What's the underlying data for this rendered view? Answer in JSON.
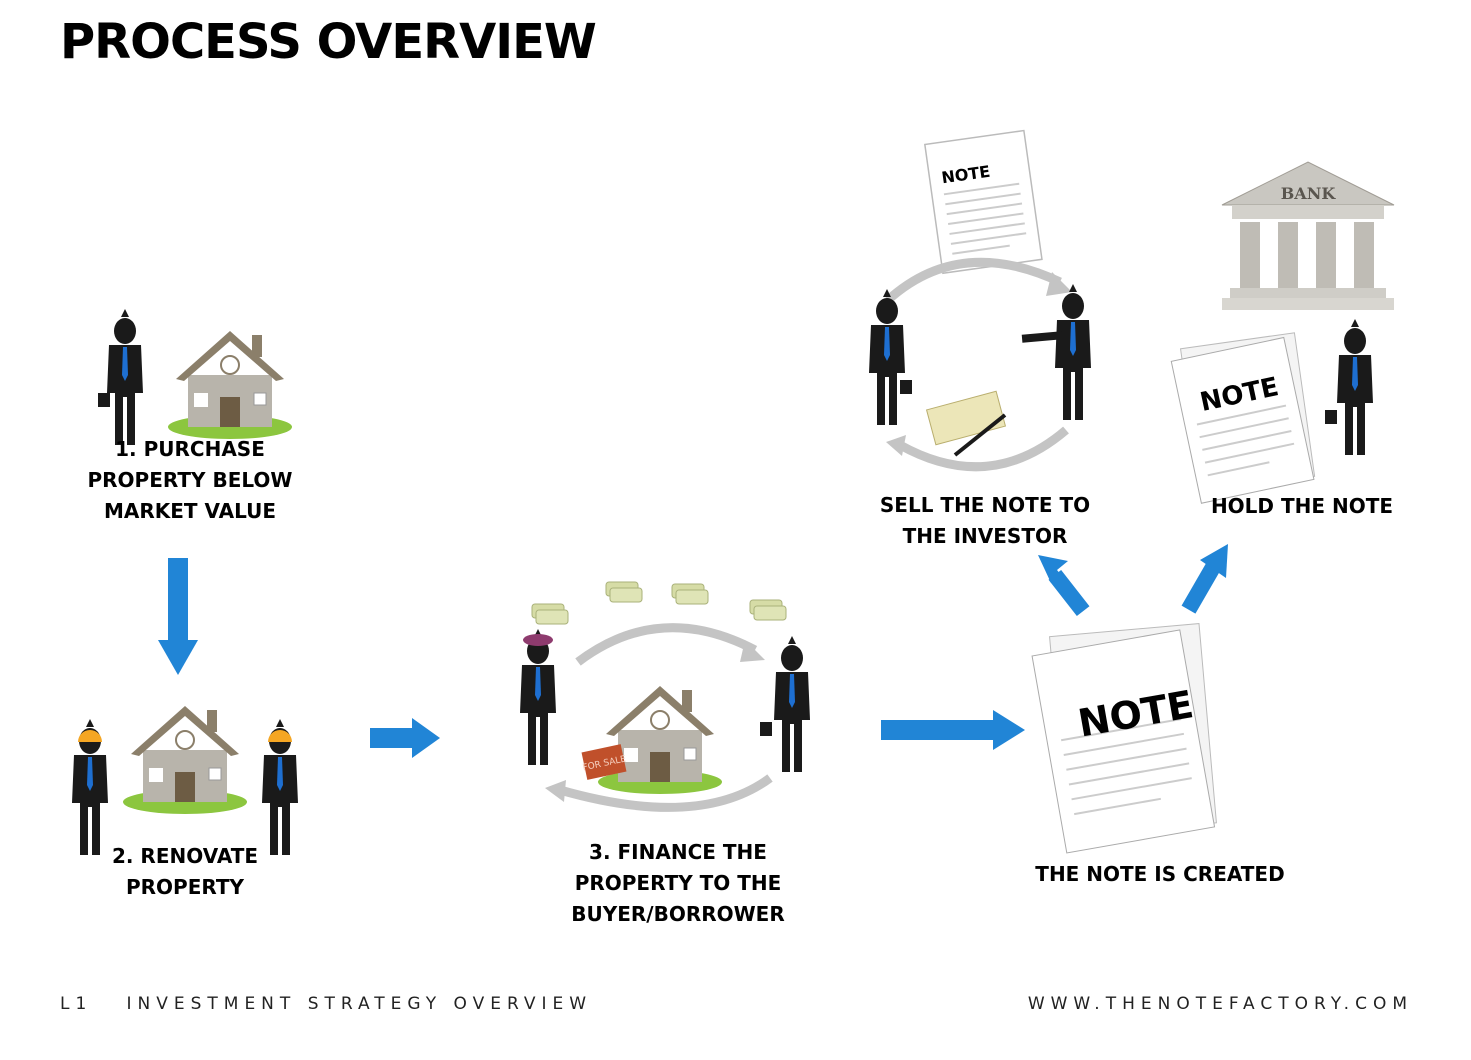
{
  "title": "PROCESS OVERVIEW",
  "steps": {
    "purchase": "1. PURCHASE\nPROPERTY BELOW\nMARKET VALUE",
    "renovate": "2. RENOVATE\nPROPERTY",
    "finance": "3. FINANCE THE\nPROPERTY TO THE\nBUYER/BORROWER",
    "note_created": "THE NOTE IS CREATED",
    "sell_note": "SELL THE NOTE TO\nTHE INVESTOR",
    "hold_note": "HOLD THE NOTE"
  },
  "graphics": {
    "note_label": "NOTE",
    "bank_label": "BANK",
    "for_sale_label": "FOR SALE"
  },
  "footer": {
    "left": "L1   INVESTMENT STRATEGY OVERVIEW",
    "right": "WWW.THENOTEFACTORY.COM"
  },
  "colors": {
    "arrow": "#2185d6",
    "figure": "#1a1a1a",
    "tie": "#1e6fd1",
    "house_wall": "#b8b4ab",
    "house_roof": "#8b7f6a",
    "grass": "#8cc63f",
    "cycle_arrow": "#c4c4c4"
  }
}
